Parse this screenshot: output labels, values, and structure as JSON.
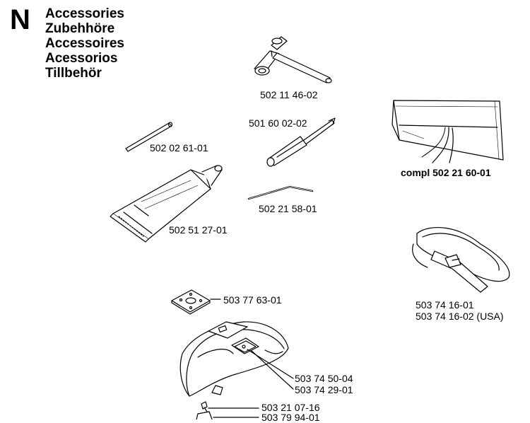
{
  "section": {
    "letter": "N",
    "titles": [
      "Accessories",
      "Zubehhöre",
      "Accessoires",
      "Acessorios",
      "Tillbehör"
    ]
  },
  "parts": [
    {
      "id": "combination-wrench",
      "number": "502 11 46-02"
    },
    {
      "id": "screwdriver",
      "number": "501 60 02-02"
    },
    {
      "id": "rod",
      "number": "502 02 61-01"
    },
    {
      "id": "grease-tube",
      "number": "502 51 27-01"
    },
    {
      "id": "bent-wire",
      "number": "502 21 58-01"
    },
    {
      "id": "tool-bag",
      "number": "compl 502 21 60-01"
    },
    {
      "id": "harness-1",
      "number": "503 74 16-01"
    },
    {
      "id": "harness-2",
      "number": "503 74 16-02 (USA)"
    },
    {
      "id": "mounting-plate",
      "number": "503 77 63-01"
    },
    {
      "id": "guard-decal",
      "number": "503 74 50-04"
    },
    {
      "id": "guard-plate",
      "number": "503 74 29-01"
    },
    {
      "id": "screw",
      "number": "503 21 07-16"
    },
    {
      "id": "bracket",
      "number": "503 79 94-01"
    }
  ]
}
